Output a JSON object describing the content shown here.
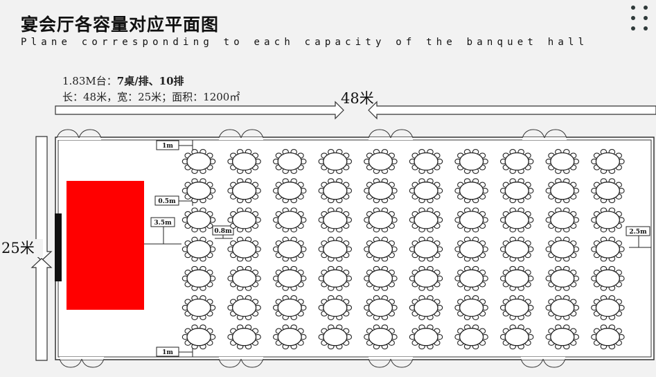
{
  "header": {
    "title": "宴会厅各容量对应平面图",
    "subtitle": "Plane corresponding to each capacity of the banquet hall"
  },
  "specs": {
    "table_label": "1.83M台：",
    "table_value": "7桌/排、10排",
    "dimensions": "长：48米，宽：25米；面积：1200㎡"
  },
  "dimensions": {
    "length_label": "48米",
    "width_label": "25米"
  },
  "layout": {
    "table_columns": 10,
    "table_rows": 7
  },
  "annotations": {
    "wall_top_gap": "1m",
    "row_gap": "0.5m",
    "stage_gap": "3.5m",
    "col_gap": "0.8m",
    "right_gap": "2.5m",
    "wall_bottom_gap": "1m"
  },
  "colors": {
    "stage": "#ff0000",
    "wall": "#333333",
    "table_stroke": "#222222"
  }
}
